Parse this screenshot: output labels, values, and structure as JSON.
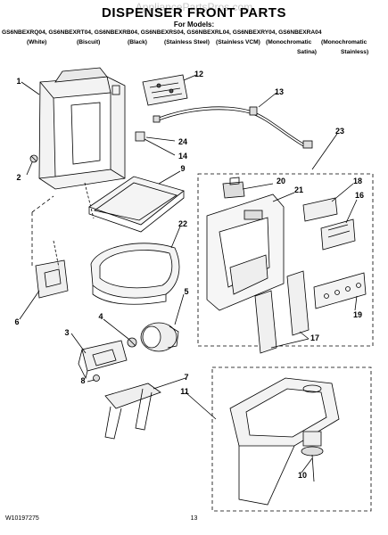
{
  "header": {
    "watermark": "AppliancePartsPros.com",
    "title": "DISPENSER FRONT PARTS",
    "for_models": "For Models:",
    "models": "GS6NBEXRQ04, GS6NBEXRT04, GS6NBEXRB04, GS6NBEXRS04, GS6NBEXRL04, GS6NBEXRY04, GS6NBEXRA04",
    "colors": [
      "(White)",
      "(Biscuit)",
      "(Black)",
      "(Stainless Steel)",
      "(Stainless VCM)",
      "(Monochromatic",
      "(Monochromatic",
      "Satina)",
      "Stainless)"
    ]
  },
  "callouts": [
    "1",
    "2",
    "3",
    "4",
    "5",
    "6",
    "7",
    "8",
    "9",
    "10",
    "11",
    "12",
    "13",
    "14",
    "16",
    "17",
    "18",
    "19",
    "20",
    "21",
    "22",
    "23",
    "24"
  ],
  "footer": {
    "doc_number": "W10197275",
    "page_number": "13"
  }
}
